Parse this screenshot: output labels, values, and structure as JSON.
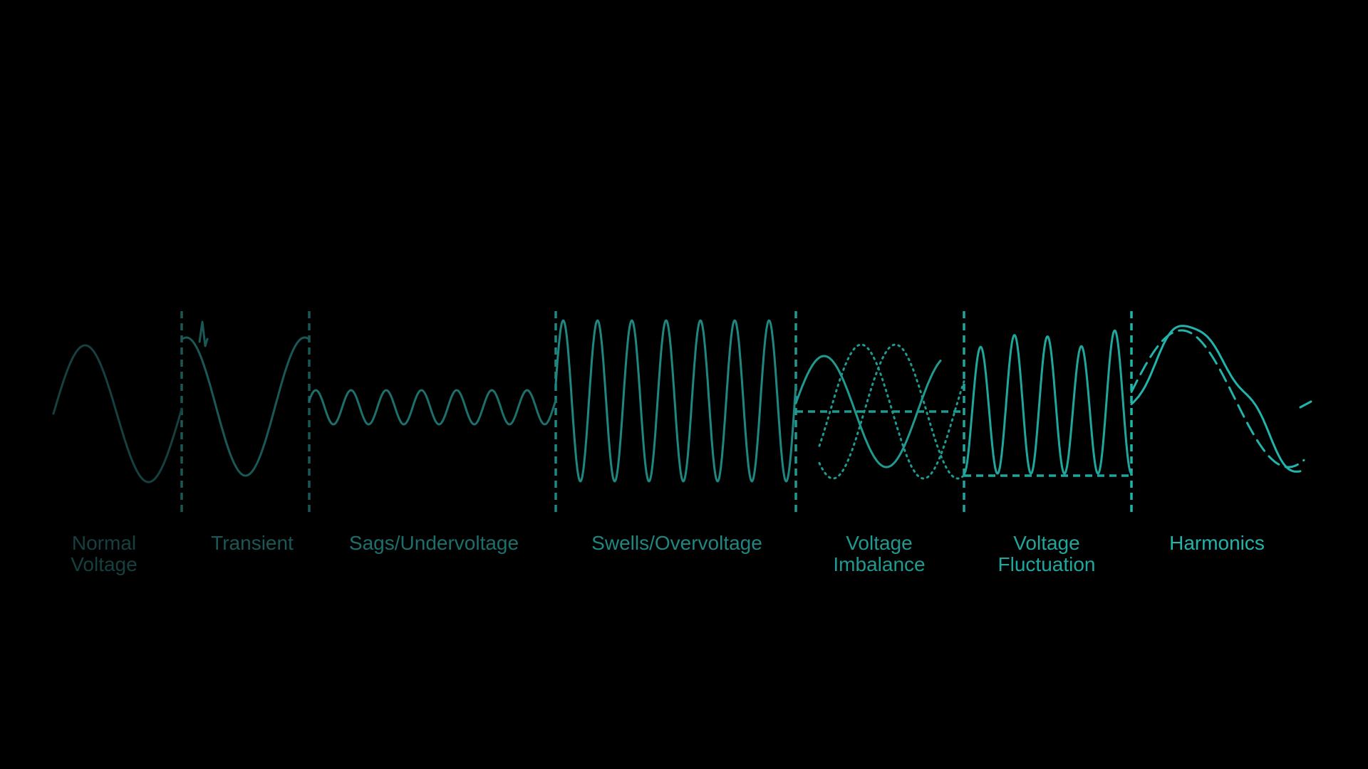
{
  "background": "#000000",
  "colors": {
    "ramp": [
      "#16403f",
      "#1a5856",
      "#1d6f6b",
      "#1f8680",
      "#20998f",
      "#21a69d",
      "#22b3aa"
    ]
  },
  "segments": [
    {
      "id": "normal",
      "label_lines": [
        "Normal",
        "Voltage"
      ],
      "waveform": "normal-sine"
    },
    {
      "id": "transient",
      "label_lines": [
        "Transient"
      ],
      "waveform": "sine-with-spike"
    },
    {
      "id": "sags",
      "label_lines": [
        "Sags/Undervoltage"
      ],
      "waveform": "reduced-amplitude"
    },
    {
      "id": "swells",
      "label_lines": [
        "Swells/Overvoltage"
      ],
      "waveform": "increased-amplitude"
    },
    {
      "id": "imbalance",
      "label_lines": [
        "Voltage",
        "Imbalance"
      ],
      "waveform": "phase-shifted-phases"
    },
    {
      "id": "fluctuation",
      "label_lines": [
        "Voltage",
        "Fluctuation"
      ],
      "waveform": "varying-amplitude"
    },
    {
      "id": "harmonics",
      "label_lines": [
        "Harmonics"
      ],
      "waveform": "distorted-sine"
    }
  ]
}
